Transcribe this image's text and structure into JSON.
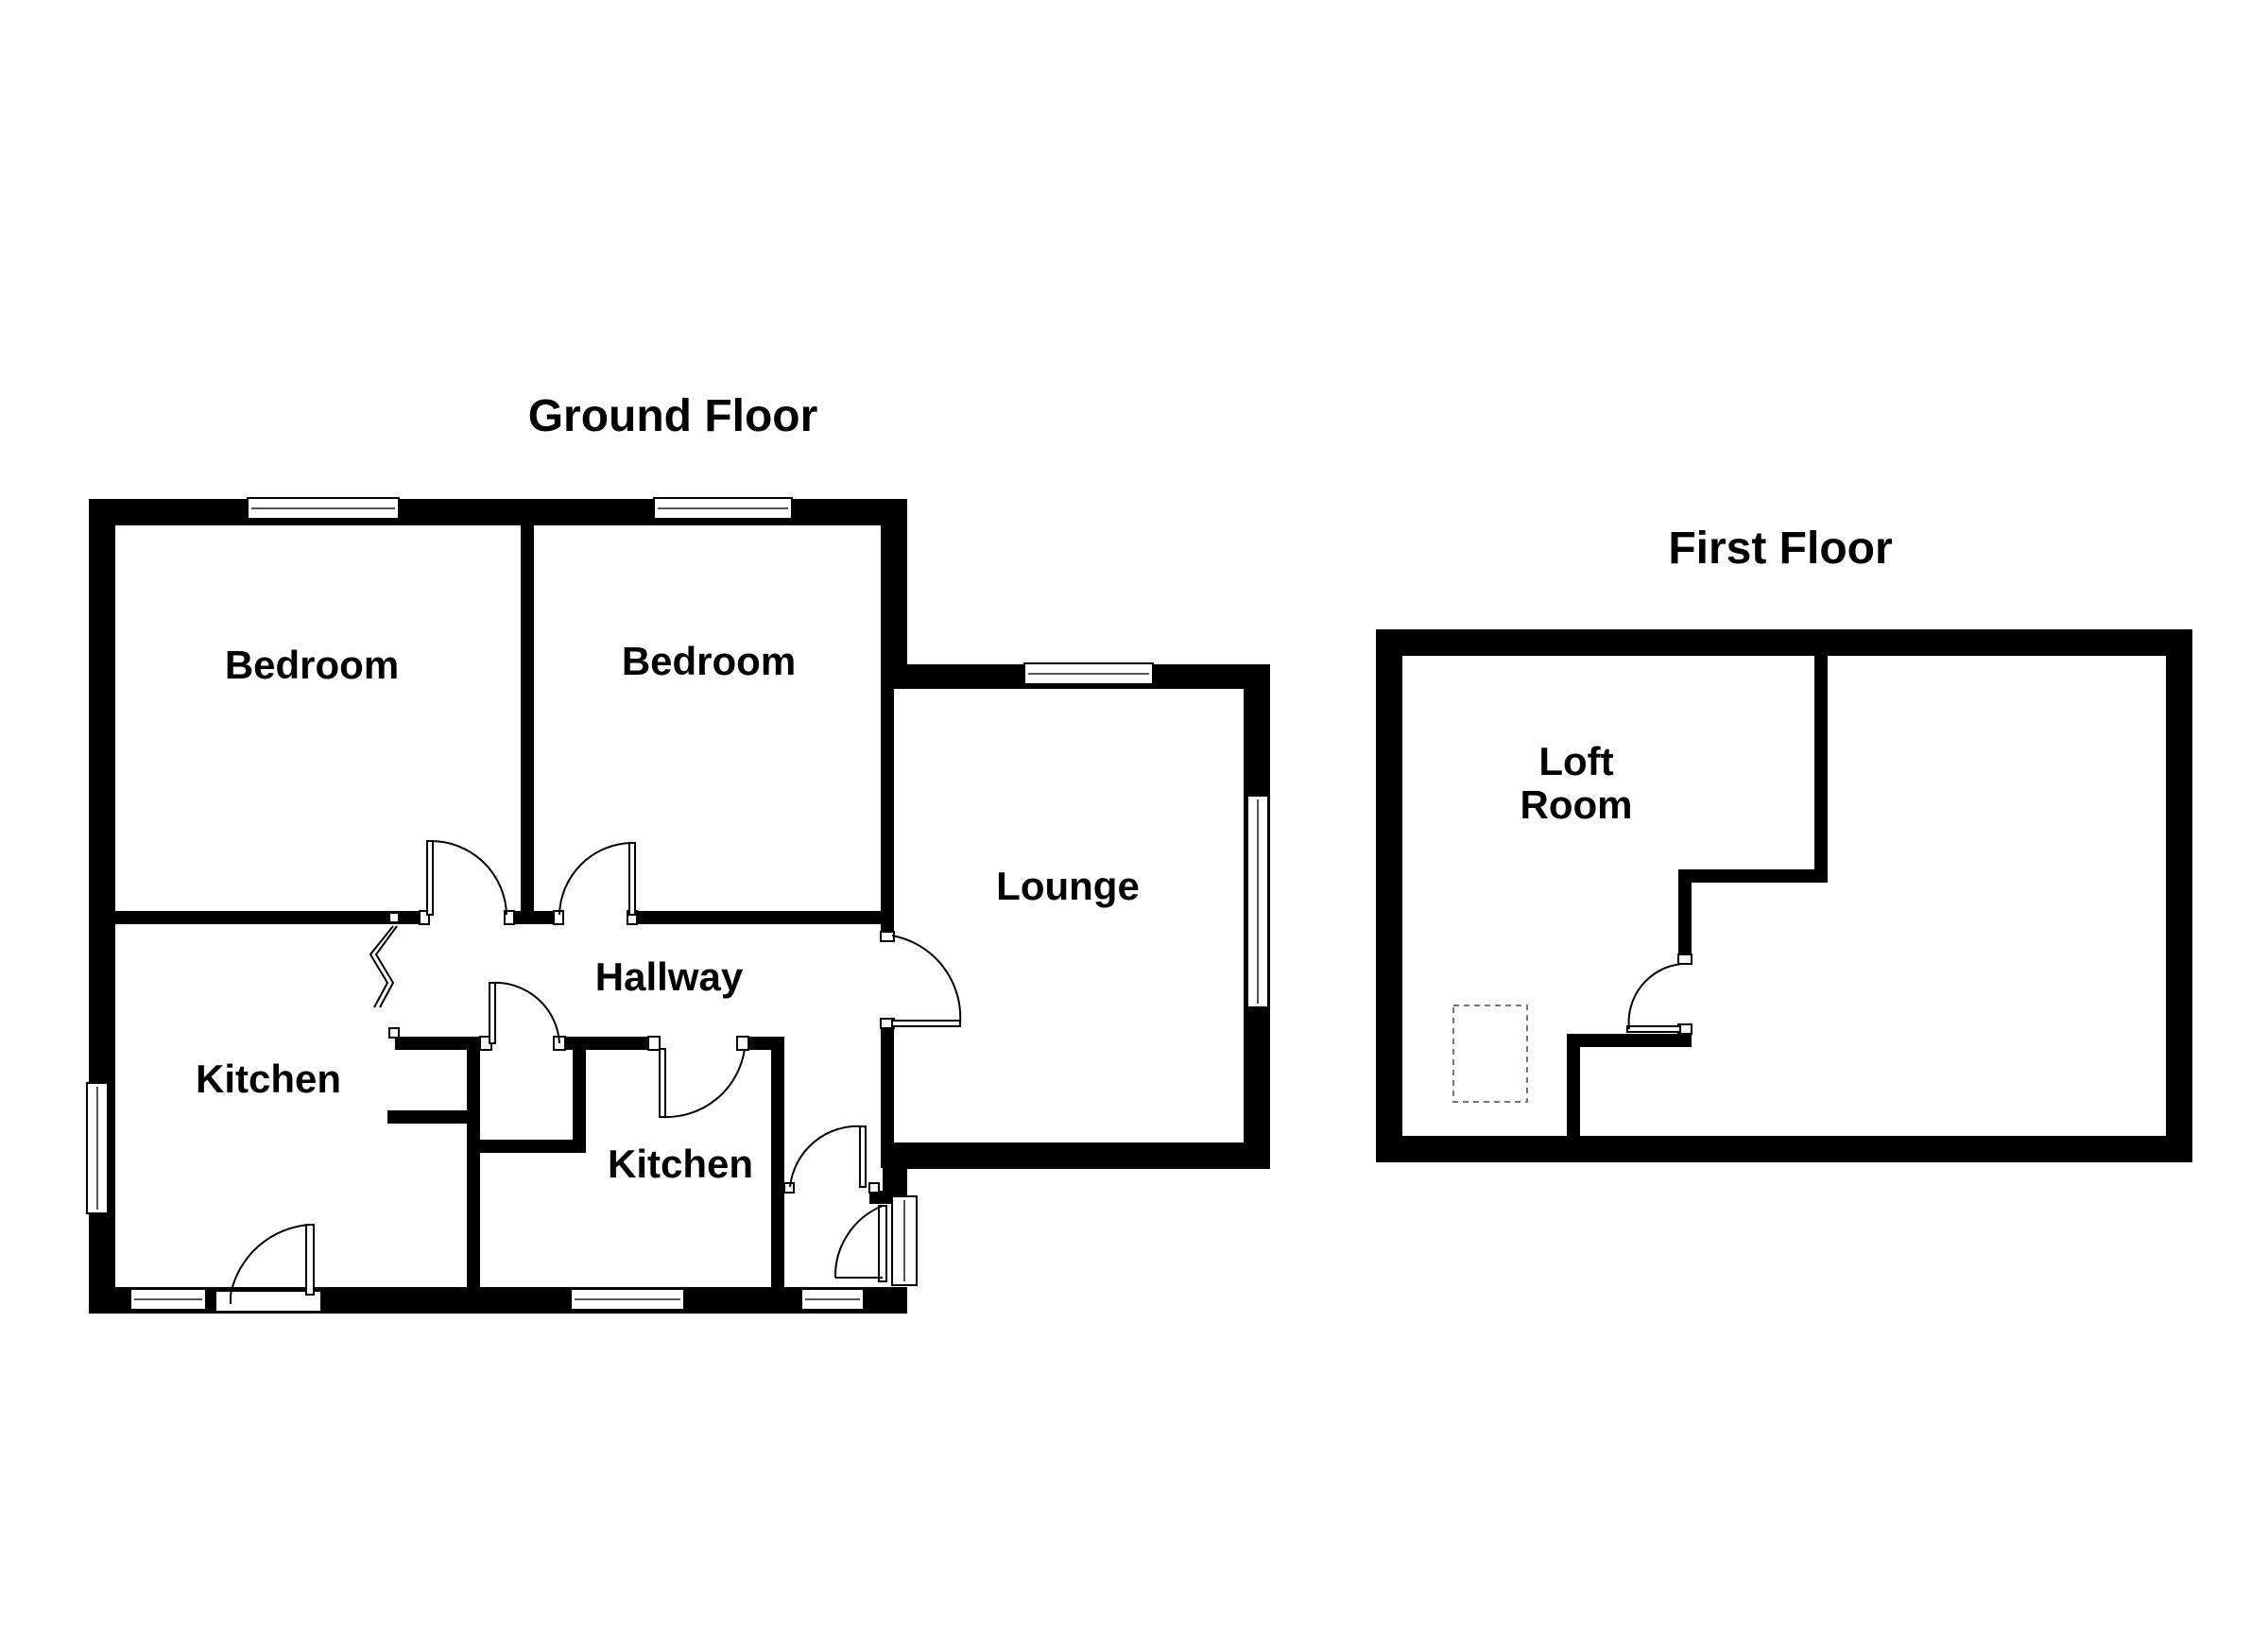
{
  "floors": [
    {
      "title": "Ground Floor",
      "rooms": [
        "Bedroom",
        "Bedroom",
        "Kitchen",
        "Hallway",
        "Kitchen",
        "Lounge"
      ]
    },
    {
      "title": "First Floor",
      "rooms": [
        "Loft",
        "Room"
      ]
    }
  ],
  "colors": {
    "wall": "#000000",
    "background": "#ffffff"
  }
}
